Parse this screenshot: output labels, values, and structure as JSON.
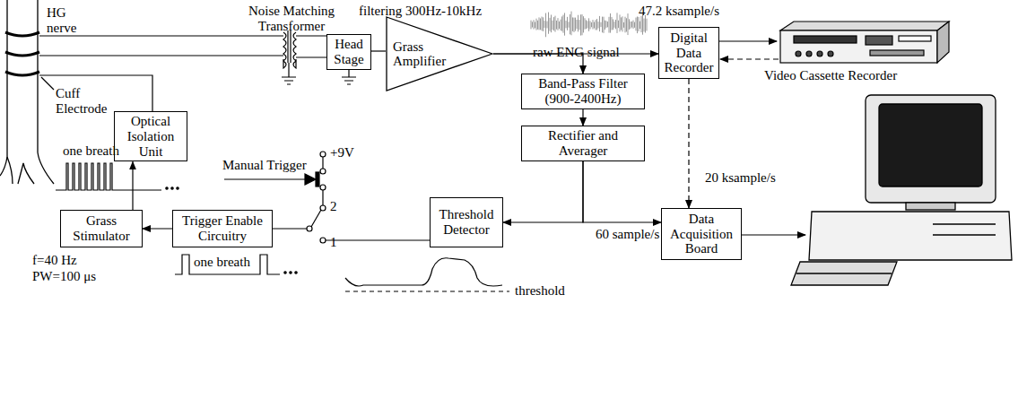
{
  "diagram": {
    "nodes": [
      {
        "text": [
          "Head Stage"
        ]
      },
      {
        "text": [
          "Grass Amplifier"
        ]
      },
      {
        "text": [
          "Digital Data Recorder"
        ]
      },
      {
        "text": [
          "Band-Pass Filter (900-2400Hz)"
        ]
      },
      {
        "text": [
          "Rectifier and Averager"
        ]
      },
      {
        "text": [
          "Optical Isolation Unit"
        ]
      },
      {
        "text": [
          "Grass Stimulator"
        ]
      },
      {
        "text": [
          "Trigger Enable Circuitry"
        ]
      },
      {
        "text": [
          "Threshold Detector"
        ]
      },
      {
        "text": [
          "Data Acquisition Board"
        ]
      }
    ],
    "edges": [
      {
        "from": 0,
        "to": 1,
        "arrow": "none"
      },
      {
        "from": 1,
        "to": 2,
        "arrow": "to"
      },
      {
        "from": 1,
        "to": 3,
        "arrow": "to"
      },
      {
        "from": 3,
        "to": 4,
        "arrow": "to"
      },
      {
        "from": 4,
        "to": 8,
        "arrow": "to"
      },
      {
        "from": 4,
        "to": 9,
        "arrow": "to"
      },
      {
        "from": 2,
        "to": 9,
        "arrow": "to"
      },
      {
        "from": 7,
        "to": 6,
        "arrow": "to"
      },
      {
        "from": 6,
        "to": 5,
        "arrow": "to"
      }
    ],
    "labels": [
      "HG nerve",
      "Cuff Electrode",
      "Noise Matching Transformer",
      "filtering 300Hz-10kHz",
      "raw ENG signal",
      "47.2 ksample/s",
      "Video Cassette Recorder",
      "20 ksample/s",
      "60 sample/s",
      "Manual Trigger",
      "+9V",
      "2",
      "1",
      "threshold",
      "one breath",
      "f=40 Hz",
      "PW=100 μs",
      "one breath"
    ]
  }
}
